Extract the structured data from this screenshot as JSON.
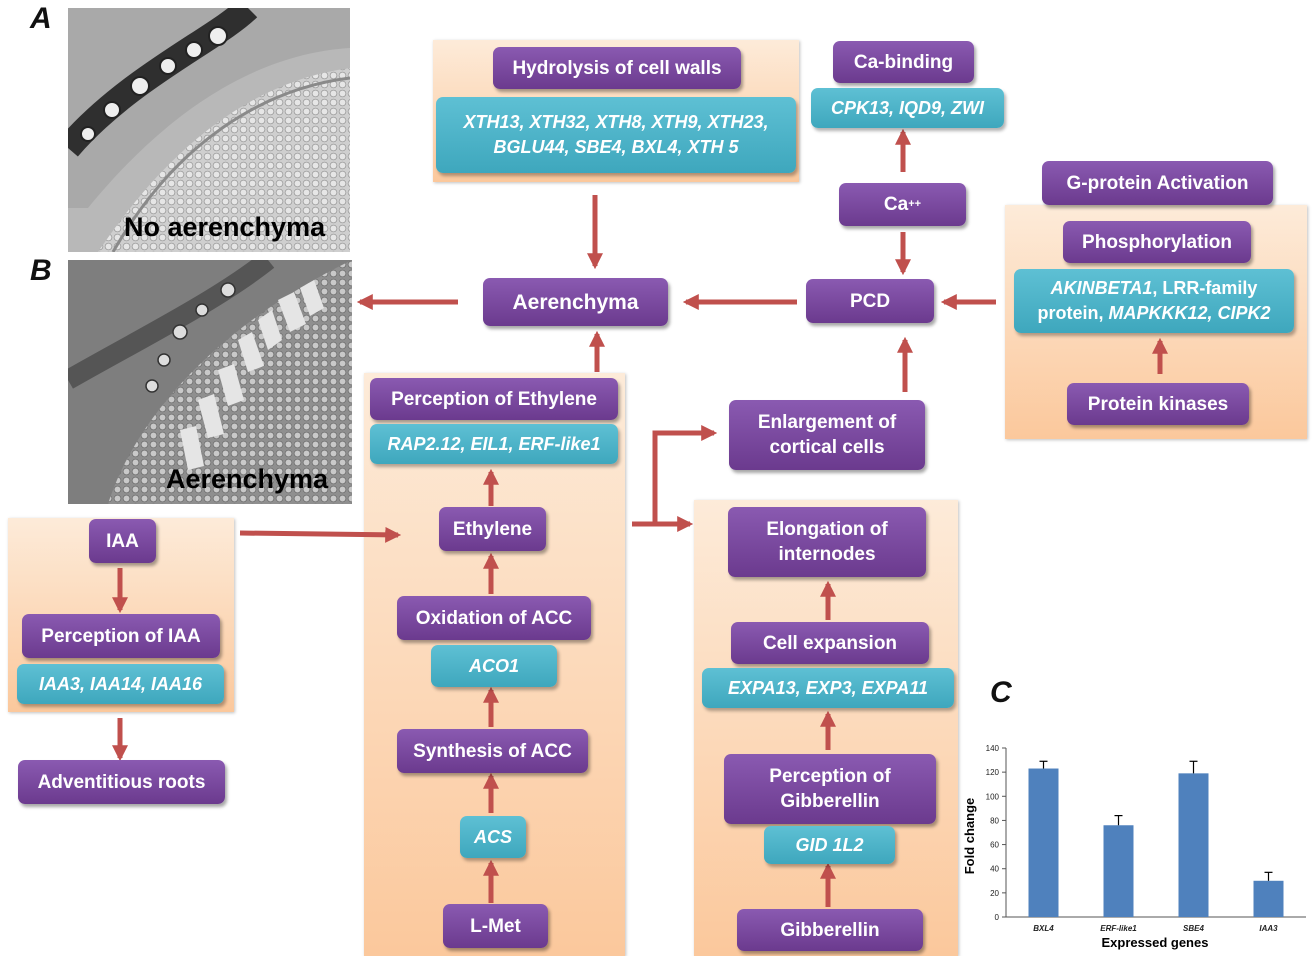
{
  "panel_labels": {
    "a": "A",
    "b": "B",
    "c": "C"
  },
  "photo_a_caption": "No aerenchyma",
  "photo_b_caption": "Aerenchyma",
  "hydrolysis": {
    "title": "Hydrolysis of cell walls",
    "genes_line1": "XTH13, XTH32, XTH8, XTH9, XTH23,",
    "genes_line2": "BGLU44, SBE4, BXL4, XTH 5"
  },
  "ca_binding": {
    "title": "Ca-binding",
    "genes": "CPK13, IQD9, ZWI"
  },
  "ca_ion": {
    "base": "Ca",
    "sup": "++"
  },
  "aerenchyma_node": "Aerenchyma",
  "pcd_node": "PCD",
  "gprotein": {
    "title": "G-protein Activation",
    "phos": "Phosphorylation",
    "genes_line1_it": "AKINBETA1",
    "genes_line1_rest": ", LRR-family",
    "genes_line2_pre": "protein, ",
    "genes_line2_it": "MAPKKK12, CIPK2",
    "kinases": "Protein kinases"
  },
  "ethylene_panel": {
    "perception": "Perception of Ethylene",
    "perception_genes": "RAP2.12, EIL1, ERF-like1",
    "ethylene": "Ethylene",
    "oxidation": "Oxidation of ACC",
    "aco": "ACO1",
    "synthesis": "Synthesis of ACC",
    "acs": "ACS",
    "lmet": "L-Met"
  },
  "enlargement": {
    "line1": "Enlargement of",
    "line2": "cortical cells"
  },
  "iaa_panel": {
    "iaa": "IAA",
    "perception": "Perception of IAA",
    "genes": "IAA3, IAA14, IAA16",
    "adventitious": "Adventitious roots"
  },
  "gibberellin_panel": {
    "elong_line1": "Elongation of",
    "elong_line2": "internodes",
    "cell_expansion": "Cell expansion",
    "expa": "EXPA13, EXP3, EXPA11",
    "perc_line1": "Perception of",
    "perc_line2": "Gibberellin",
    "gid": "GID 1L2",
    "gibberellin": "Gibberellin"
  },
  "colors": {
    "purple": "#7a4a9e",
    "teal": "#4ab3c8",
    "arrow": "#c0504d",
    "bar": "#4f81bd",
    "panel_top": "#fdebd9",
    "panel_bottom": "#fbc89c"
  },
  "chart_data": {
    "type": "bar",
    "categories": [
      "BXL4",
      "ERF-like1",
      "SBE4",
      "IAA3"
    ],
    "values": [
      123,
      76,
      119,
      30
    ],
    "errors": [
      6,
      8,
      10,
      7
    ],
    "xlabel": "Expressed genes",
    "ylabel": "Fold change",
    "ylim": [
      0,
      140
    ],
    "yticks": [
      0,
      20,
      40,
      60,
      80,
      100,
      120,
      140
    ],
    "grid": false
  }
}
